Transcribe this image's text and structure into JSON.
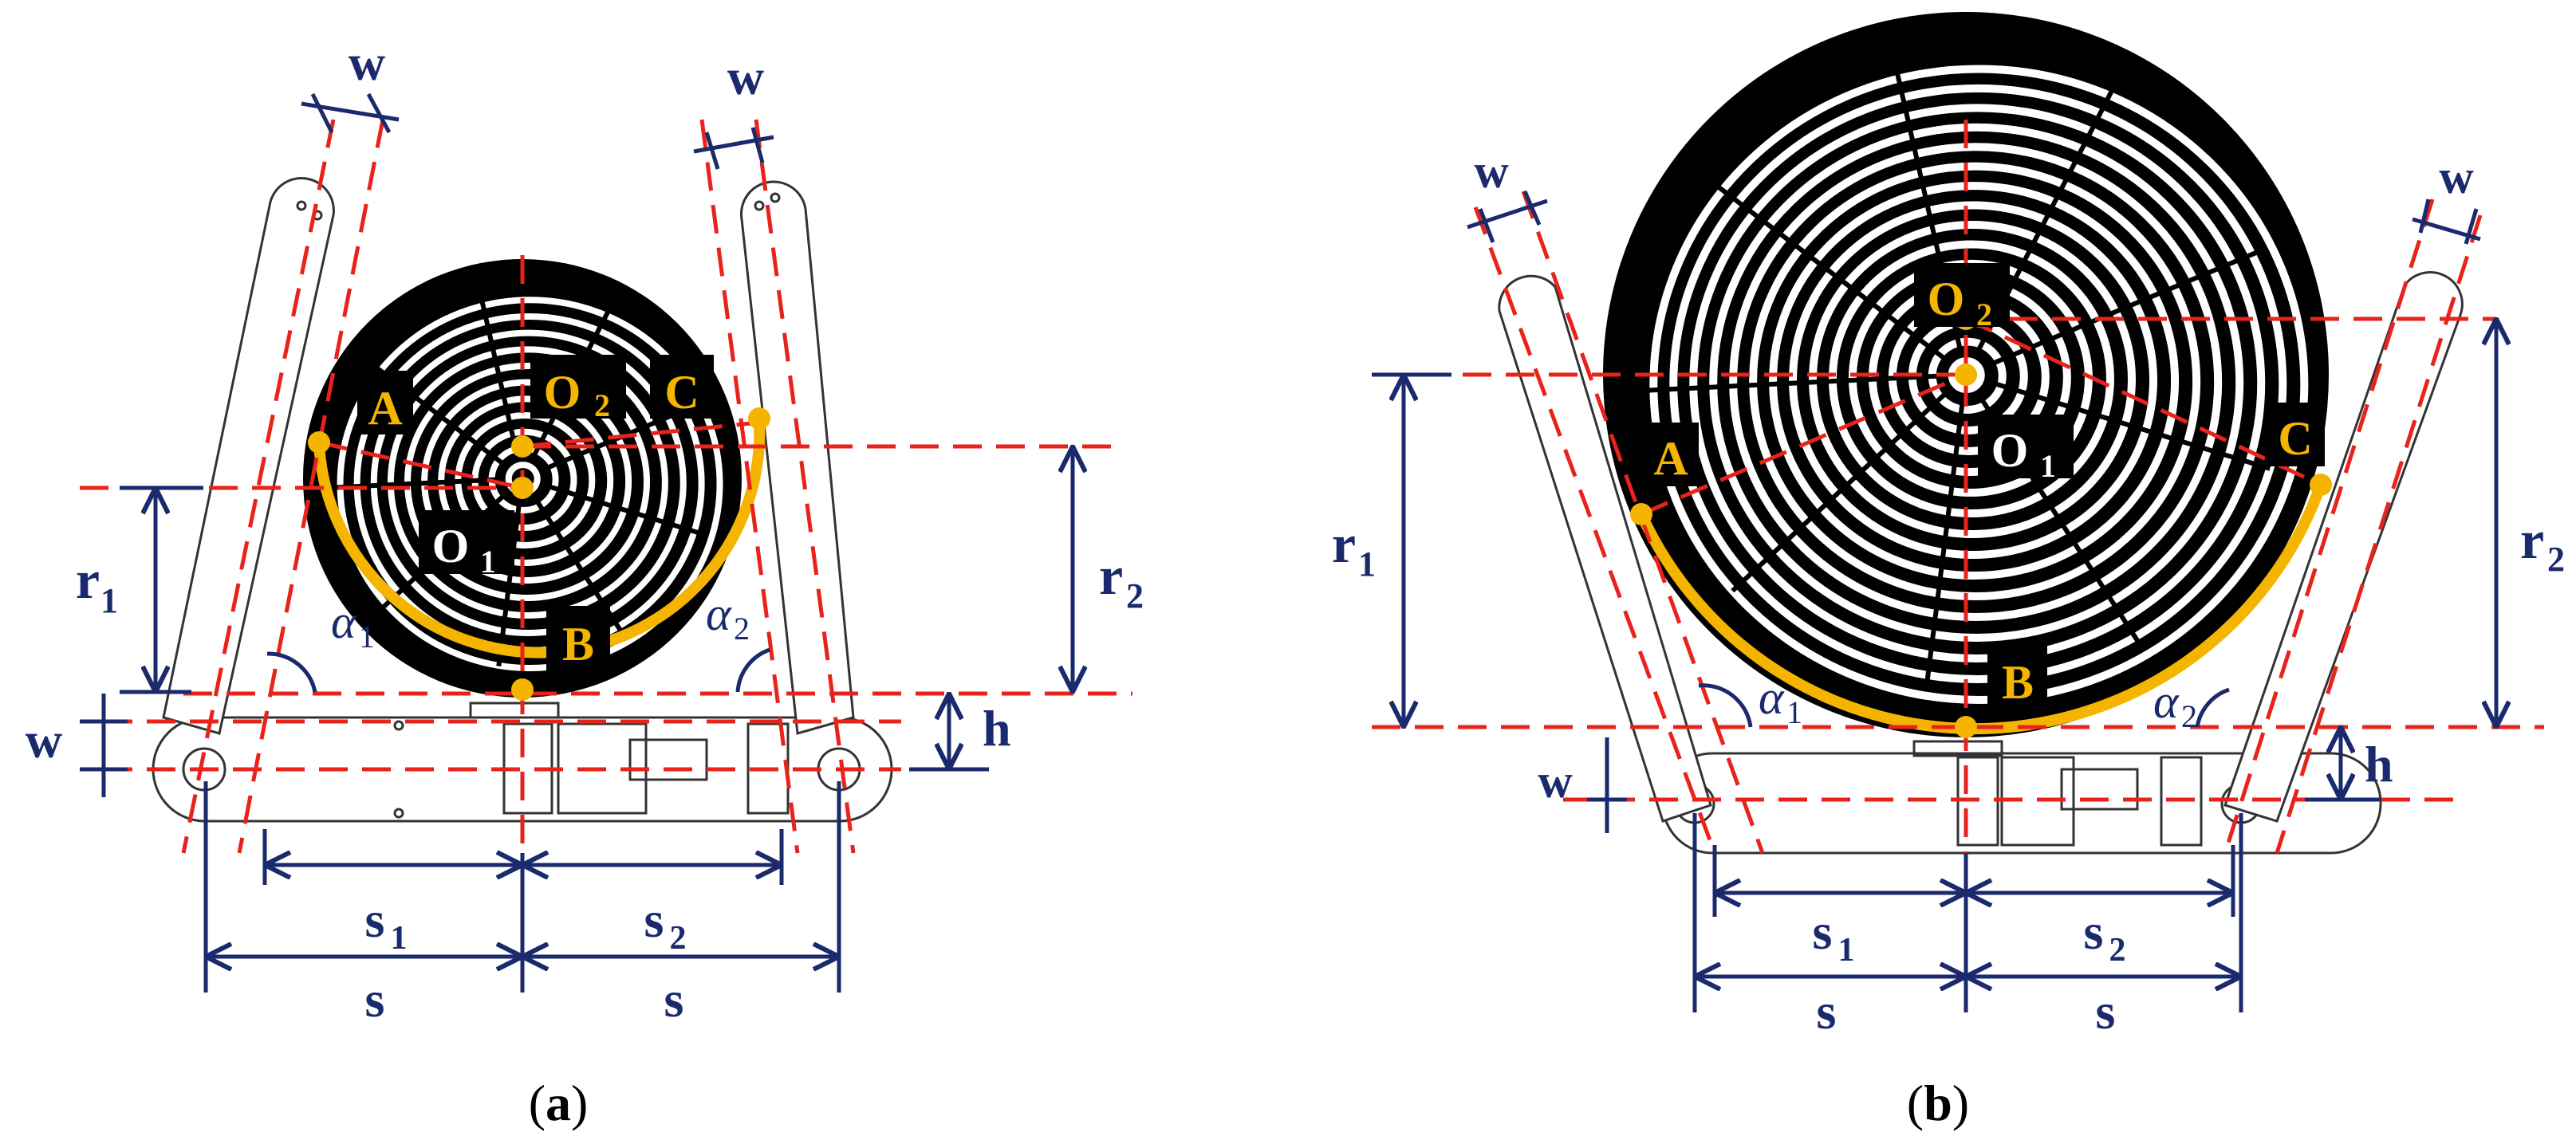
{
  "colors": {
    "dimension": "#1a2a6c",
    "guide_line": "#e8231b",
    "contact_arc": "#f4b400",
    "point_label": "#f4b400",
    "label_box": "#000000",
    "outline": "#333333"
  },
  "panel_a": {
    "caption": {
      "open": "(",
      "letter": "a",
      "close": ")"
    },
    "points": {
      "A": "A",
      "B": "B",
      "C": "C",
      "O1": "O",
      "O1_sub": "1",
      "O2": "O",
      "O2_sub": "2"
    },
    "dims": {
      "w_left": "w",
      "w_right": "w",
      "w_base": "w",
      "r1": "r",
      "r1_sub": "1",
      "r2": "r",
      "r2_sub": "2",
      "h": "h",
      "s1": "s",
      "s1_sub": "1",
      "s2": "s",
      "s2_sub": "2",
      "s_left": "s",
      "s_right": "s",
      "alpha1": "α",
      "alpha1_sub": "1",
      "alpha2": "α",
      "alpha2_sub": "2"
    }
  },
  "panel_b": {
    "caption": {
      "open": "(",
      "letter": "b",
      "close": ")"
    },
    "points": {
      "A": "A",
      "B": "B",
      "C": "C",
      "O1": "O",
      "O1_sub": "1",
      "O2": "O",
      "O2_sub": "2"
    },
    "dims": {
      "w_left": "w",
      "w_right": "w",
      "w_base": "w",
      "r1": "r",
      "r1_sub": "1",
      "r2": "r",
      "r2_sub": "2",
      "h": "h",
      "s1": "s",
      "s1_sub": "1",
      "s2": "s",
      "s2_sub": "2",
      "s_left": "s",
      "s_right": "s",
      "alpha1": "α",
      "alpha1_sub": "1",
      "alpha2": "α",
      "alpha2_sub": "2"
    }
  }
}
